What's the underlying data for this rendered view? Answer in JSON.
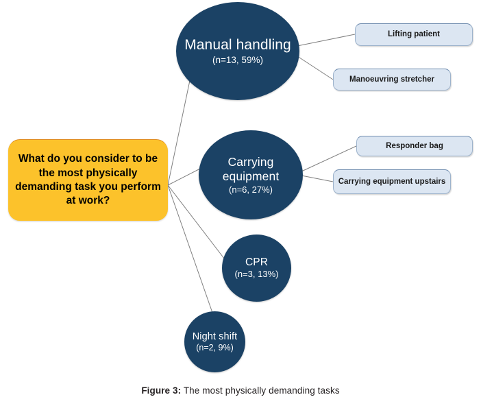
{
  "figure": {
    "caption_label": "Figure 3:",
    "caption_text": " The most physically demanding tasks",
    "colors": {
      "node_fill": "#1B4265",
      "node_text": "#FFFFFF",
      "question_fill": "#FCC22B",
      "question_text": "#000000",
      "chip_fill": "#DCE6F2",
      "chip_border": "#6E8BAE",
      "connector": "#7F7F7F",
      "background": "#FFFFFF"
    }
  },
  "question": {
    "text": "What do you consider to be the most physically demanding task you perform at work?"
  },
  "nodes": [
    {
      "id": "manual-handling",
      "label": "Manual handling",
      "stat": "(n=13, 59%)",
      "n": 13,
      "percent": 59
    },
    {
      "id": "carrying-equipment",
      "label": "Carrying equipment",
      "stat": "(n=6, 27%)",
      "n": 6,
      "percent": 27
    },
    {
      "id": "cpr",
      "label": "CPR",
      "stat": "(n=3, 13%)",
      "n": 3,
      "percent": 13
    },
    {
      "id": "night-shift",
      "label": "Night shift",
      "stat": "(n=2, 9%)",
      "n": 2,
      "percent": 9
    }
  ],
  "examples": [
    {
      "id": "lifting-patient",
      "label": "Lifting patient",
      "parent": "manual-handling"
    },
    {
      "id": "manoeuvring-stretcher",
      "label": "Manoeuvring stretcher",
      "parent": "manual-handling"
    },
    {
      "id": "responder-bag",
      "label": "Responder bag",
      "parent": "carrying-equipment"
    },
    {
      "id": "carrying-equipment-upstairs",
      "label": "Carrying equipment upstairs",
      "parent": "carrying-equipment"
    }
  ]
}
